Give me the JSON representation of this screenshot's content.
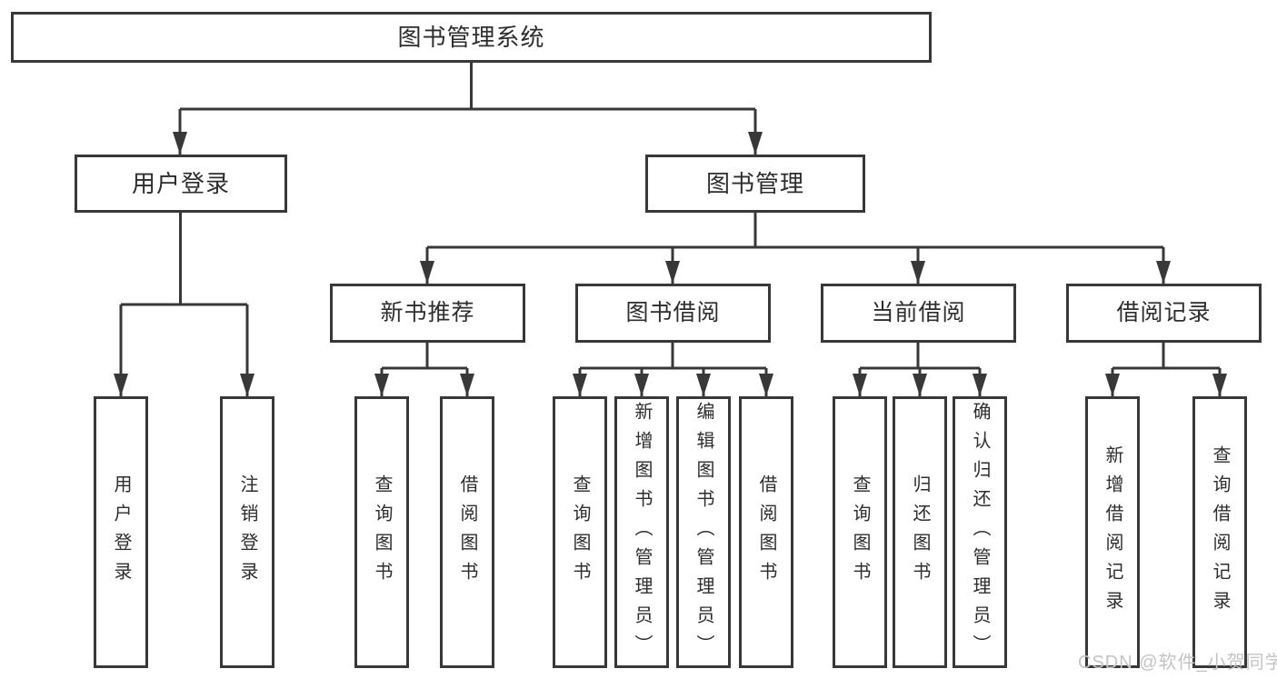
{
  "diagram": {
    "type": "hierarchy",
    "title": "图书管理系统",
    "root": {
      "label": "图书管理系统",
      "children": [
        {
          "label": "用户登录",
          "children": [
            {
              "label": "用户登录"
            },
            {
              "label": "注销登录"
            }
          ]
        },
        {
          "label": "图书管理",
          "children": [
            {
              "label": "新书推荐",
              "children": [
                {
                  "label": "查询图书"
                },
                {
                  "label": "借阅图书"
                }
              ]
            },
            {
              "label": "图书借阅",
              "children": [
                {
                  "label": "查询图书"
                },
                {
                  "label": "新增图书（管理员）"
                },
                {
                  "label": "编辑图书（管理员）"
                },
                {
                  "label": "借阅图书"
                }
              ]
            },
            {
              "label": "当前借阅",
              "children": [
                {
                  "label": "查询图书"
                },
                {
                  "label": "归还图书"
                },
                {
                  "label": "确认归还（管理员）"
                }
              ]
            },
            {
              "label": "借阅记录",
              "children": [
                {
                  "label": "新增借阅记录"
                },
                {
                  "label": "查询借阅记录"
                }
              ]
            }
          ]
        }
      ]
    },
    "colors": {
      "line": "#383838",
      "text": "#2d2d2d",
      "box_background": "#ffffff",
      "watermark_text": "#c4c4c4"
    }
  },
  "watermark": "CSDN @软件_小贺同学"
}
